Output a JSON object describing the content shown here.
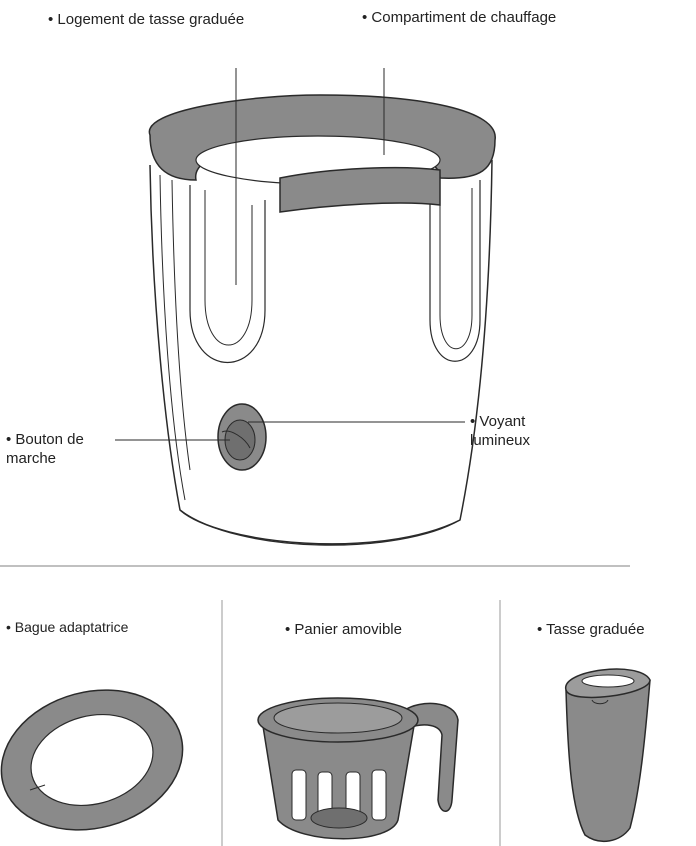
{
  "labels": {
    "cup_slot": "• Logement de tasse graduée",
    "heating_compartment": "• Compartiment de chauffage",
    "power_button_line1": "• Bouton de",
    "power_button_line2": "marche",
    "indicator_light_line1": "• Voyant",
    "indicator_light_line2": "lumineux",
    "adapter_ring": "• Bague adaptatrice",
    "removable_basket": "• Panier amovible",
    "measuring_cup": "• Tasse graduée"
  },
  "colors": {
    "outline": "#2a2a2a",
    "gray_part": "#8a8a8a",
    "dark_gray_part": "#6f6f6f",
    "background": "#ffffff",
    "divider": "#9a9a9a"
  }
}
